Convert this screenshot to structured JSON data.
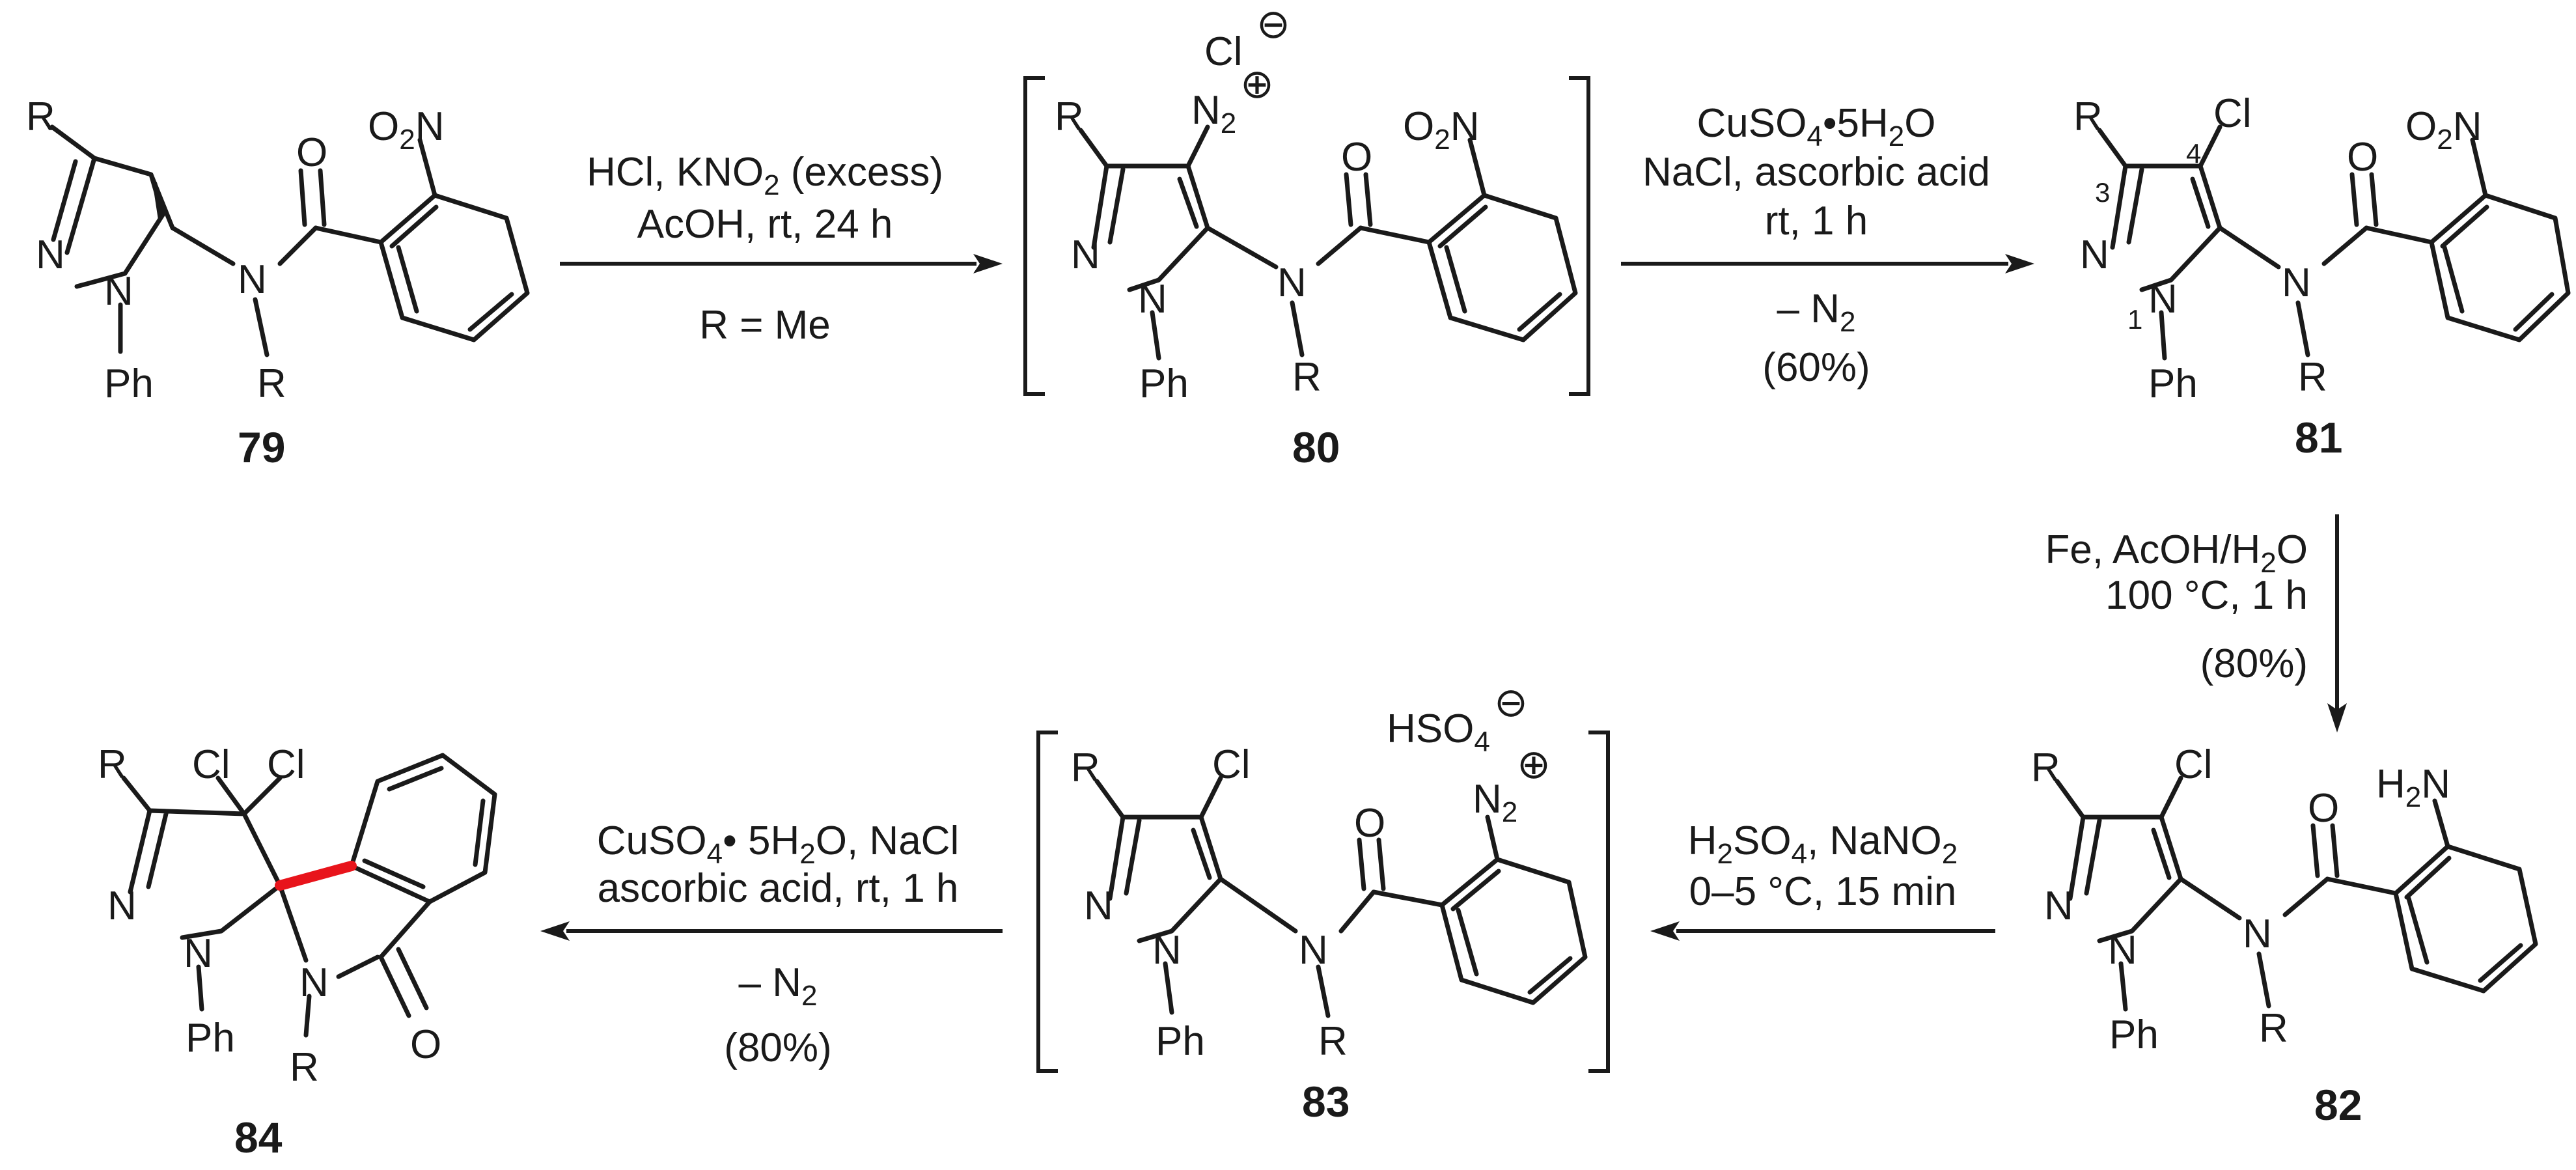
{
  "colors": {
    "ink": "#1a1a1a",
    "new_bond": "#e8141b"
  },
  "compounds": {
    "c79": {
      "label": "79",
      "atoms": {
        "r_top": "R",
        "n2": "N",
        "n1": "N",
        "ph": "Ph",
        "n_amide": "N",
        "r_amide": "R",
        "o_carbonyl": "O",
        "no2": "O2N"
      }
    },
    "c80": {
      "label": "80",
      "atoms": {
        "r_top": "R",
        "n2": "N",
        "n1": "N",
        "ph": "Ph",
        "n_amide": "N",
        "r_amide": "R",
        "o_carbonyl": "O",
        "no2": "O2N",
        "diazo": "N2",
        "counterion": "Cl",
        "plus": "⊕",
        "minus": "⊖"
      }
    },
    "c81": {
      "label": "81",
      "atoms": {
        "r_top": "R",
        "n2": "N",
        "n1": "N",
        "ph": "Ph",
        "n_amide": "N",
        "r_amide": "R",
        "o_carbonyl": "O",
        "no2": "O2N",
        "cl": "Cl"
      },
      "locants": {
        "c3": "3",
        "c4": "4",
        "n1": "1"
      }
    },
    "c82": {
      "label": "82",
      "atoms": {
        "r_top": "R",
        "n2": "N",
        "n1": "N",
        "ph": "Ph",
        "n_amide": "N",
        "r_amide": "R",
        "o_carbonyl": "O",
        "nh2": "H2N",
        "cl": "Cl"
      }
    },
    "c83": {
      "label": "83",
      "atoms": {
        "r_top": "R",
        "n2": "N",
        "n1": "N",
        "ph": "Ph",
        "n_amide": "N",
        "r_amide": "R",
        "o_carbonyl": "O",
        "cl": "Cl",
        "diazo": "N2",
        "counterion": "HSO4",
        "plus": "⊕",
        "minus": "⊖"
      }
    },
    "c84": {
      "label": "84",
      "atoms": {
        "r_top": "R",
        "cl_a": "Cl",
        "cl_b": "Cl",
        "n2": "N",
        "n1": "N",
        "ph": "Ph",
        "n_lactam": "N",
        "r_lactam": "R",
        "o_lactam": "O"
      }
    }
  },
  "steps": {
    "s1": {
      "line1": "HCl, KNO2 (excess)",
      "line2": "AcOH, rt, 24 h",
      "line3": "R = Me"
    },
    "s2": {
      "line1": "CuSO4•5H2O",
      "line2": "NaCl, ascorbic acid",
      "line3": "rt, 1 h",
      "line4": "– N2",
      "yield": "(60%)"
    },
    "s3": {
      "line1": "Fe, AcOH/H2O",
      "line2": "100 °C, 1 h",
      "yield": "(80%)"
    },
    "s4": {
      "line1": "H2SO4, NaNO2",
      "line2": "0–5 °C, 15 min"
    },
    "s5": {
      "line1": "CuSO4• 5H2O, NaCl",
      "line2": "ascorbic acid, rt, 1 h",
      "line3": "– N2",
      "yield": "(80%)"
    }
  }
}
